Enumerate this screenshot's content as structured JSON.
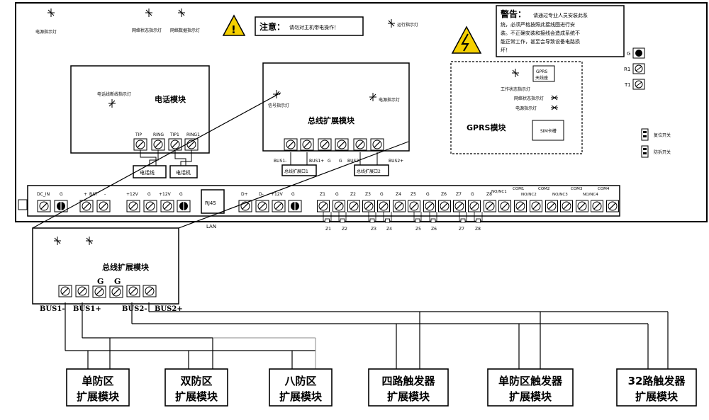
{
  "top_labels": {
    "power_led": "电源指示灯",
    "net_status_led": "网络状态指示灯",
    "net_data_led": "网络数据指示灯",
    "run_led": "运行指示灯"
  },
  "notice": {
    "title": "注意：",
    "text": "请勿对主机带电操作！"
  },
  "warning": {
    "title": "警告：",
    "lines": [
      "请通过专业人员安装此系",
      "统，必须严格按照此接线图进行安",
      "装。不正确安装和接线会造成系统不",
      "能正常工作，甚至会导致设备电路损",
      "坏！"
    ]
  },
  "phone_module": {
    "title": "电话模块",
    "led_label": "电话线断线指示灯",
    "terminals": [
      "TIP",
      "RING",
      "TIP1",
      "RING1"
    ],
    "phone_line_label": "电话线",
    "phone_label": "电话机"
  },
  "bus_module_top": {
    "title": "总线扩展模块",
    "signal_led": "信号指示灯",
    "power_led": "电源指示灯",
    "terminals": [
      "BUS1-",
      "BUS1+",
      "G",
      "G",
      "BUS2-",
      "BUS2+"
    ],
    "port1": "总线扩展口1",
    "port2": "总线扩展口2"
  },
  "gprs_module": {
    "title": "GPRS模块",
    "antenna": [
      "GPRS",
      "天线座"
    ],
    "work_led": "工作状态指示灯",
    "net_led": "网络状态指示灯",
    "power_led": "电源指示灯",
    "sim": "SIM卡槽"
  },
  "side_switches": {
    "reset": "复位开关",
    "tamper": "防拆开关"
  },
  "right_terminals": [
    "G",
    "R1",
    "T1"
  ],
  "main_terminals": [
    "DC_IN",
    "G",
    "+",
    "BAT",
    "-",
    "+12V",
    "G",
    "+12V",
    "G",
    "D+",
    "D-",
    "+12V",
    "G",
    "Z1",
    "G",
    "Z2",
    "Z3",
    "G",
    "Z4",
    "Z5",
    "G",
    "Z6",
    "Z7",
    "G",
    "Z8",
    "NO/NC1",
    "COM1",
    "NO/NC2",
    "COM2",
    "NO/NC3",
    "COM3",
    "NO/NC4",
    "COM4"
  ],
  "rj45": {
    "label": "RJ45",
    "lan": "LAN"
  },
  "zone_resistors": [
    "Z1",
    "Z2",
    "Z3",
    "Z4",
    "Z5",
    "Z6",
    "Z7",
    "Z8"
  ],
  "bus_module_bottom": {
    "title": "总线扩展模块",
    "g_labels": [
      "G",
      "G"
    ],
    "bus_labels": [
      "BUS1-",
      "BUS1+",
      "BUS2-",
      "BUS2+"
    ]
  },
  "expansion_modules": [
    {
      "line1": "单防区",
      "line2": "扩展模块"
    },
    {
      "line1": "双防区",
      "line2": "扩展模块"
    },
    {
      "line1": "八防区",
      "line2": "扩展模块"
    },
    {
      "line1": "四路触发器",
      "line2": "扩展模块"
    },
    {
      "line1": "单防区触发器",
      "line2": "扩展模块"
    },
    {
      "line1": "32路触发器",
      "line2": "扩展模块"
    }
  ]
}
